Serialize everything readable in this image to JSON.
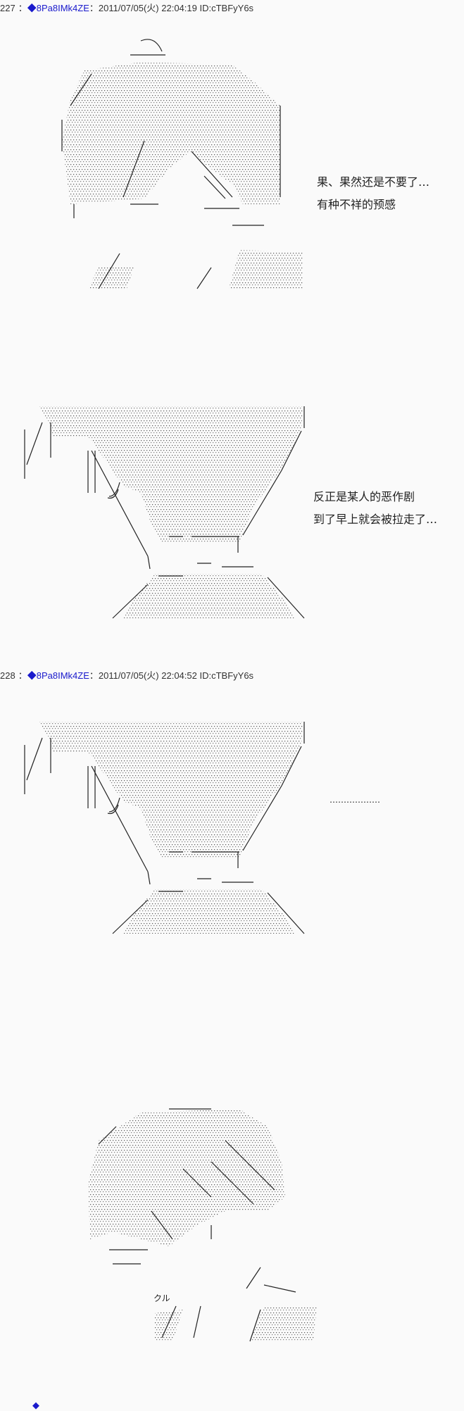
{
  "posts": [
    {
      "number": "227",
      "separator": "：",
      "trip": "◆8Pa8IMk4ZE",
      "date": "：2011/07/05(火) 22:04:19",
      "id": "ID:cTBFyY6s"
    },
    {
      "number": "228",
      "separator": "：",
      "trip": "◆8Pa8IMk4ZE",
      "date": "：2011/07/05(火) 22:04:52",
      "id": "ID:cTBFyY6s"
    }
  ],
  "dialog": {
    "panel1": [
      "果、果然还是不要了…",
      "有种不祥的预感"
    ],
    "panel2": [
      "反正是某人的恶作剧",
      "到了早上就会被拉走了…"
    ],
    "panel3": "………………"
  },
  "art_text": {
    "panel4_sfx": "クル"
  },
  "colors": {
    "trip": "#1a1acc",
    "background": "#fafafa",
    "ink": "#222222"
  },
  "icons": [
    "trip-diamond-icon"
  ]
}
